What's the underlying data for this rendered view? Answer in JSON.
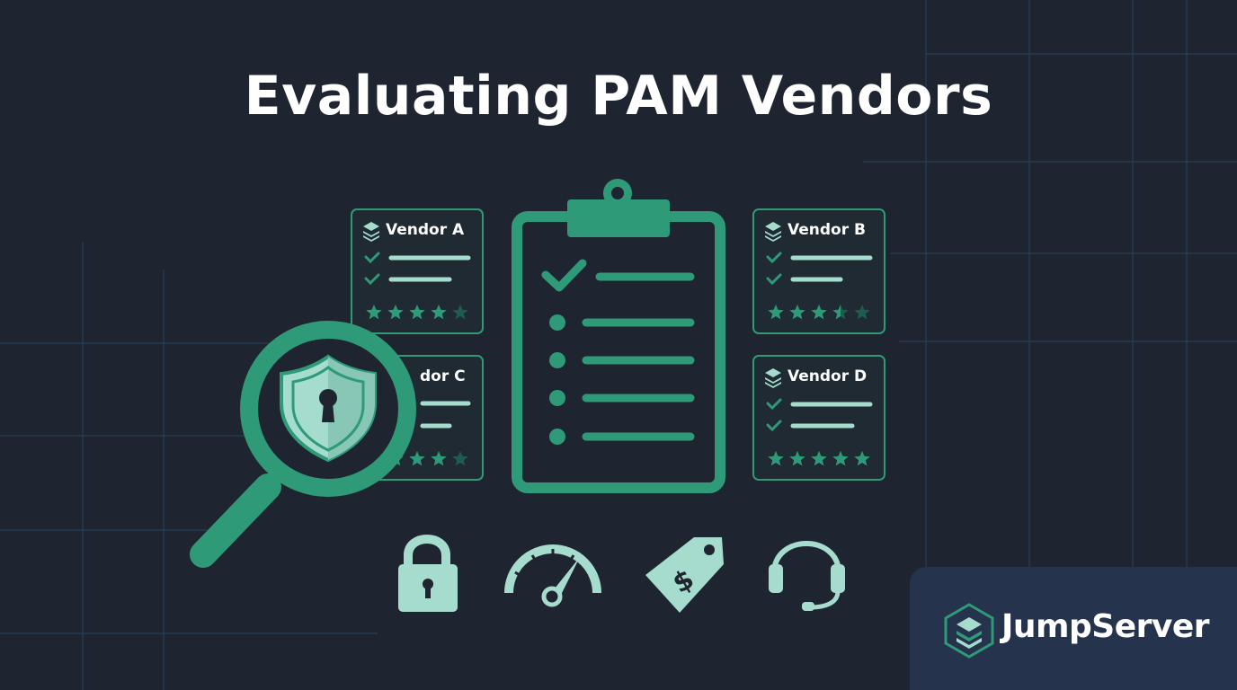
{
  "title": "Evaluating PAM Vendors",
  "vendors": [
    {
      "label": "Vendor A",
      "rating": 4
    },
    {
      "label": "Vendor B",
      "rating": 3.5
    },
    {
      "label": "dor C",
      "rating": 4
    },
    {
      "label": "Vendor D",
      "rating": 5
    }
  ],
  "criteria_icons": [
    "padlock-icon",
    "speedometer-icon",
    "price-tag-icon",
    "headset-icon"
  ],
  "brand": {
    "name": "JumpServer"
  },
  "colors": {
    "background": "#1e2530",
    "accent": "#2f9a78",
    "light_mint": "#a6dccd",
    "panel": "#26334d"
  }
}
